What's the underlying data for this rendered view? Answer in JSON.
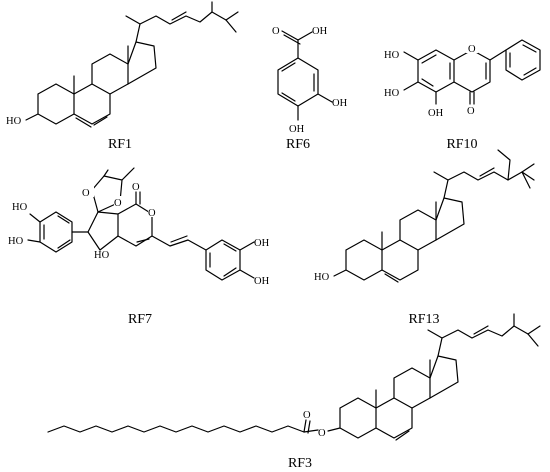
{
  "compounds": [
    {
      "id": "rf1",
      "label": "RF1",
      "atoms": [
        "HO"
      ]
    },
    {
      "id": "rf6",
      "label": "RF6",
      "atoms": [
        "O",
        "OH",
        "OH",
        "OH"
      ]
    },
    {
      "id": "rf10",
      "label": "RF10",
      "atoms": [
        "HO",
        "HO",
        "OH",
        "O",
        "O"
      ]
    },
    {
      "id": "rf7",
      "label": "RF7",
      "atoms": [
        "HO",
        "HO",
        "O",
        "O",
        "O",
        "O",
        "O",
        "OH",
        "OH"
      ]
    },
    {
      "id": "rf13",
      "label": "RF13",
      "atoms": [
        "HO"
      ]
    },
    {
      "id": "rf3",
      "label": "RF3",
      "atoms": [
        "O",
        "O"
      ]
    }
  ]
}
